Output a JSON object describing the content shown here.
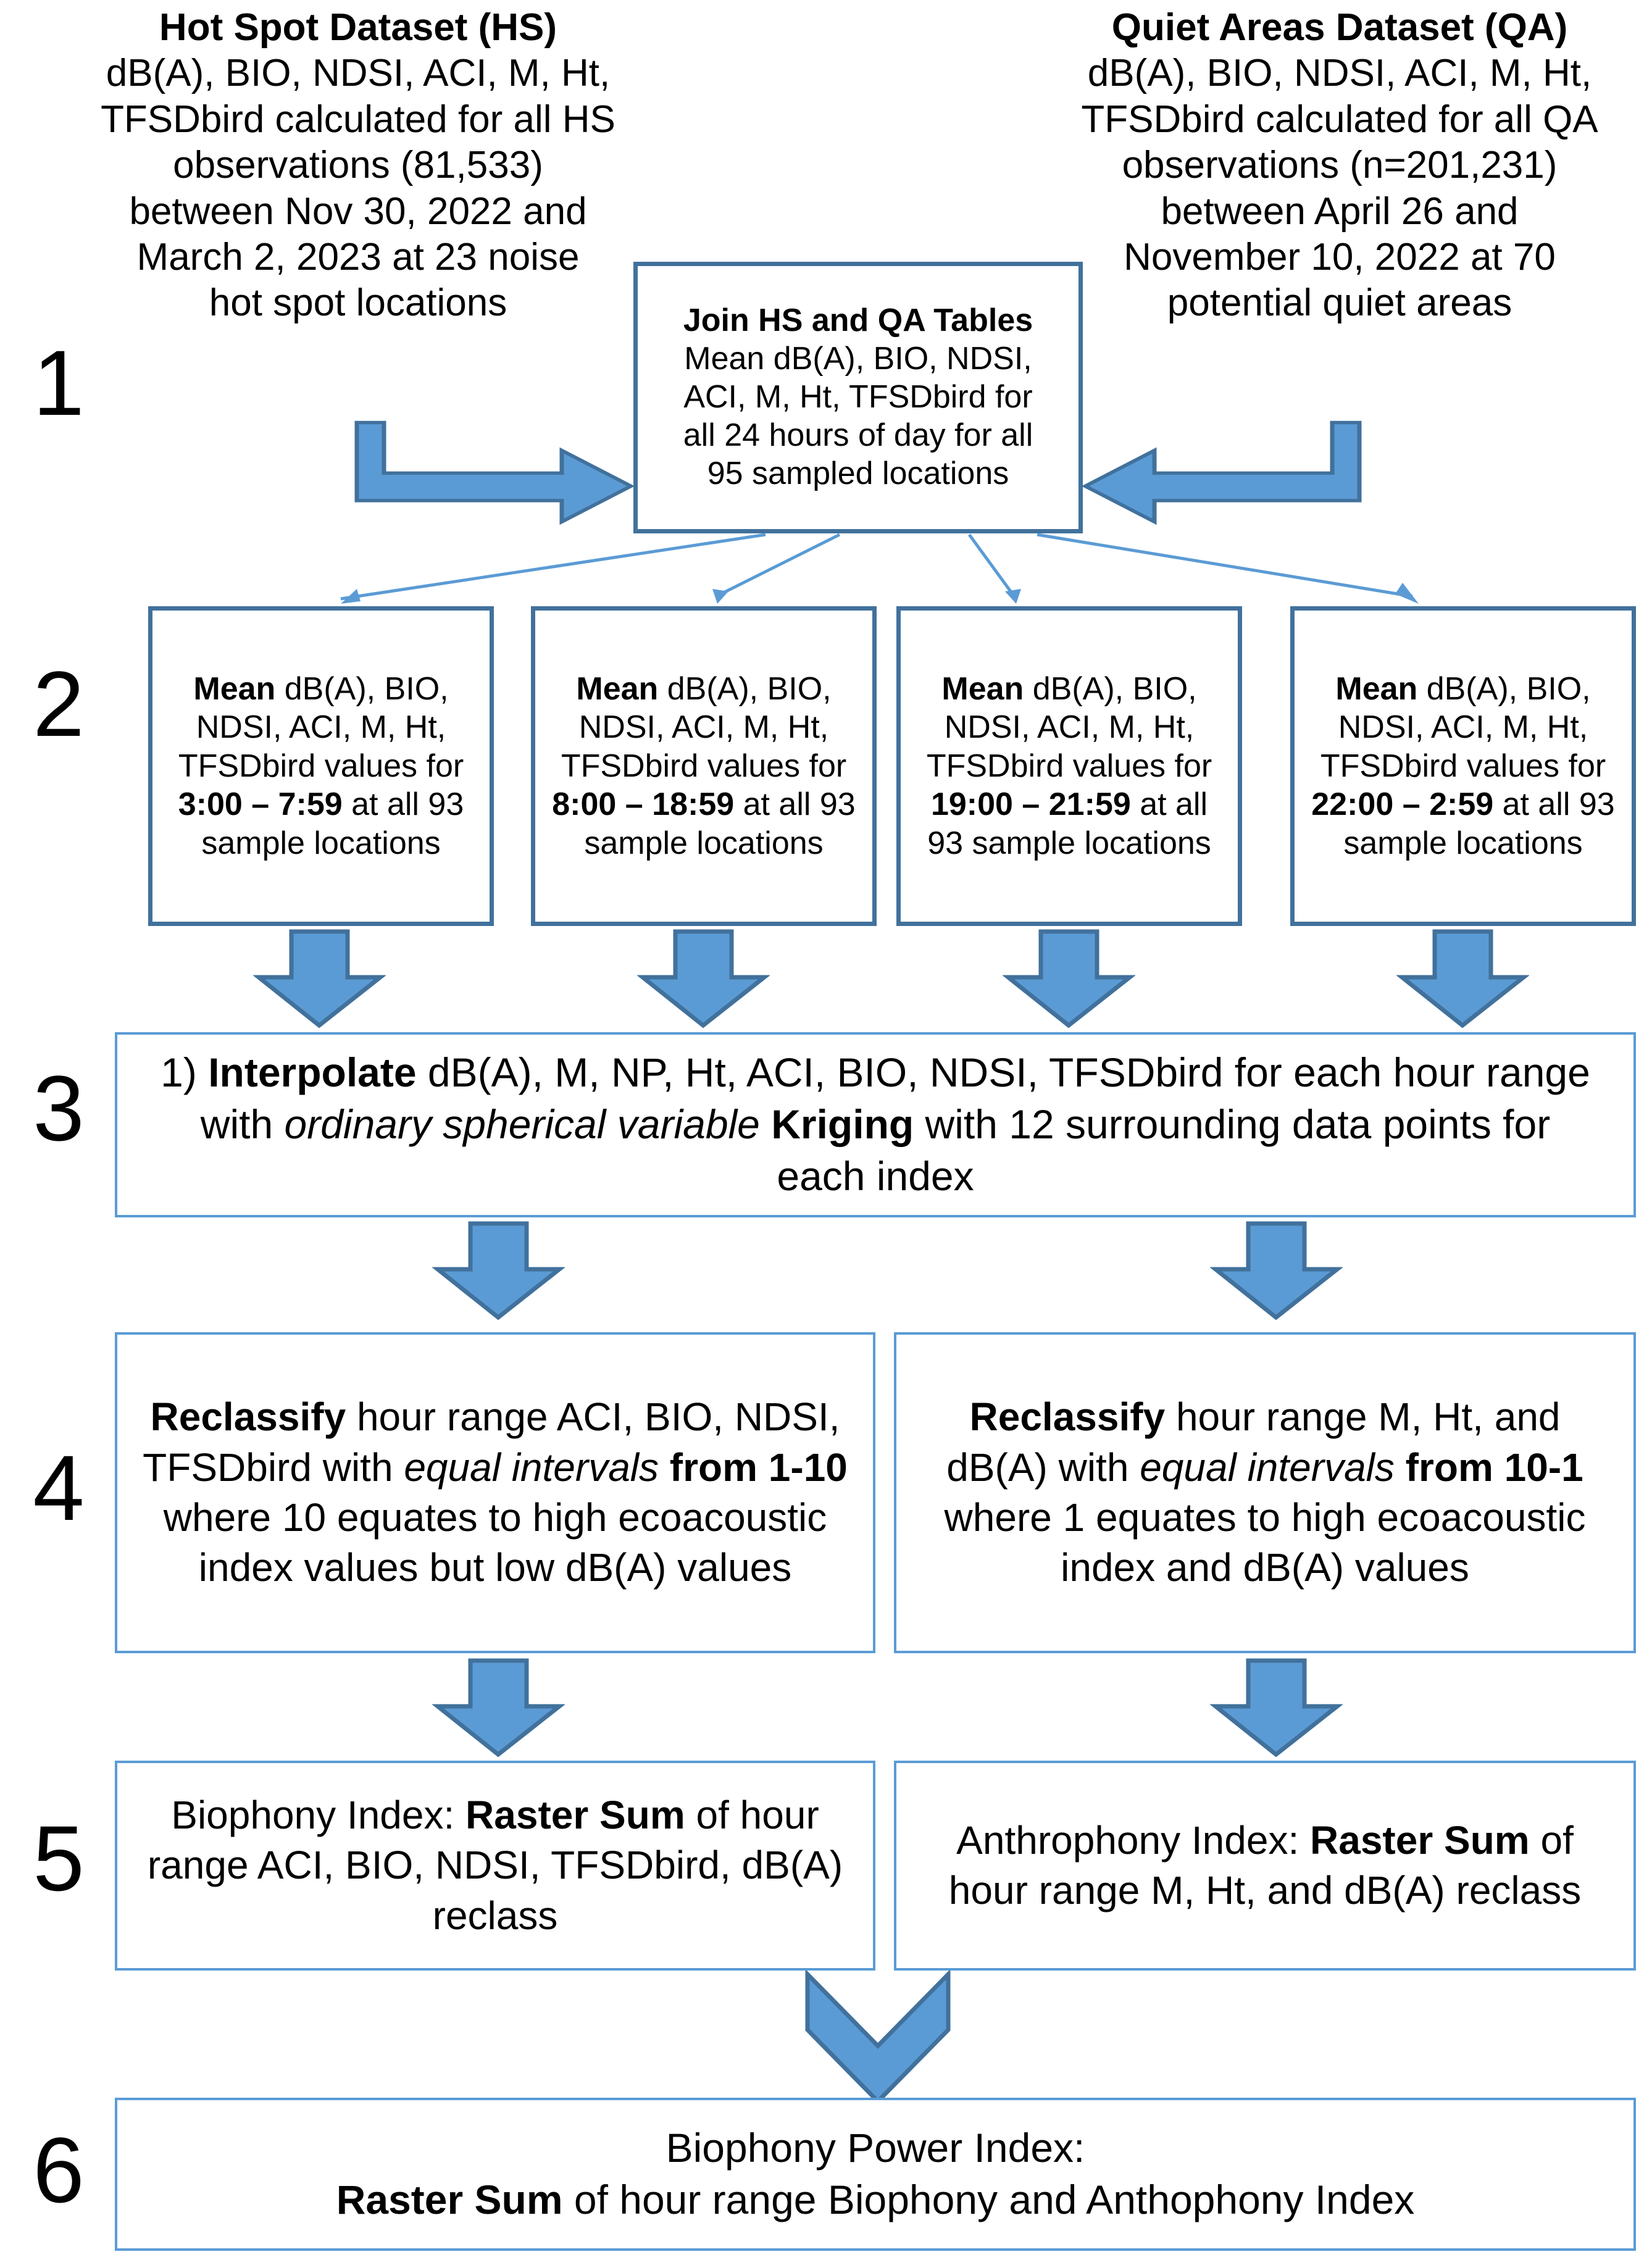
{
  "colors": {
    "arrow_fill": "#5B9BD5",
    "arrow_stroke": "#41719C",
    "box_border_thin": "#5B9BD5",
    "box_border_med": "#41719C",
    "text": "#000000"
  },
  "steps": {
    "s1": "1",
    "s2": "2",
    "s3": "3",
    "s4": "4",
    "s5": "5",
    "s6": "6"
  },
  "headers": {
    "hot_spot": {
      "title": "Hot Spot Dataset (HS)",
      "body_line1": "dB(A), BIO, NDSI, ACI, M, Ht,",
      "body_line2": "TFSDbird calculated for all HS",
      "body_line3": "observations (81,533)",
      "body_line4": "between Nov 30, 2022 and",
      "body_line5": "March 2, 2023 at 23 noise",
      "body_line6": "hot spot locations"
    },
    "quiet_areas": {
      "title": "Quiet Areas Dataset (QA)",
      "body_line1": "dB(A), BIO, NDSI, ACI, M, Ht,",
      "body_line2": "TFSDbird calculated for all QA",
      "body_line3": "observations (n=201,231)",
      "body_line4": "between April 26 and",
      "body_line5": "November 10, 2022 at 70",
      "body_line6": "potential quiet areas"
    }
  },
  "join_box": {
    "title": "Join HS and QA Tables",
    "body_line1": "Mean dB(A), BIO, NDSI,",
    "body_line2": "ACI, M, Ht, TFSDbird for",
    "body_line3": "all 24 hours of day for all",
    "body_line4": "95 sampled locations"
  },
  "hour_boxes": [
    {
      "lead_bold": "Mean",
      "body_a": " dB(A), BIO, NDSI, ACI, M, Ht, TFSDbird values for ",
      "range": "3:00 – 7:59",
      "body_b": " at all 93 sample locations"
    },
    {
      "lead_bold": "Mean",
      "body_a": " dB(A), BIO, NDSI, ACI, M, Ht, TFSDbird values for ",
      "range": "8:00 – 18:59",
      "body_b": " at all 93 sample locations"
    },
    {
      "lead_bold": "Mean",
      "body_a": " dB(A), BIO, NDSI, ACI, M, Ht, TFSDbird values for ",
      "range": "19:00 – 21:59",
      "body_b": " at all 93 sample locations"
    },
    {
      "lead_bold": "Mean",
      "body_a": " dB(A), BIO, NDSI, ACI, M, Ht, TFSDbird values for ",
      "range": "22:00 – 2:59",
      "body_b": " at all 93 sample locations"
    }
  ],
  "interpolate_box": {
    "prefix": "1) ",
    "bold_1": "Interpolate",
    "mid_1": " dB(A), M, NP, Ht, ACI, BIO, NDSI, TFSDbird for each hour range with ",
    "italic_1": "ordinary spherical variable",
    "mid_2": " ",
    "bold_2": "Kriging",
    "tail": " with 12 surrounding data points for each index"
  },
  "reclassify_left": {
    "bold_1": "Reclassify",
    "mid_1": " hour range ACI, BIO, NDSI, TFSDbird with ",
    "italic_1": "equal intervals",
    "bold_2": " from 1-10",
    "tail": " where 10 equates to high ecoacoustic index values but low dB(A) values"
  },
  "reclassify_right": {
    "bold_1": "Reclassify",
    "mid_1": " hour range M, Ht, and dB(A) with ",
    "italic_1": "equal intervals",
    "bold_2": " from 10-1",
    "tail": " where 1 equates to high ecoacoustic index and dB(A) values"
  },
  "biophony_index": {
    "label": "Biophony Index: ",
    "bold": "Raster Sum",
    "tail": " of hour range ACI, BIO, NDSI, TFSDbird, dB(A) reclass"
  },
  "anthrophony_index": {
    "label": "Anthrophony Index: ",
    "bold": "Raster Sum",
    "tail": " of hour range M, Ht, and dB(A) reclass"
  },
  "power_index": {
    "line1": "Biophony Power Index:",
    "bold": "Raster Sum",
    "tail": " of hour range Biophony and Anthophony Index"
  }
}
